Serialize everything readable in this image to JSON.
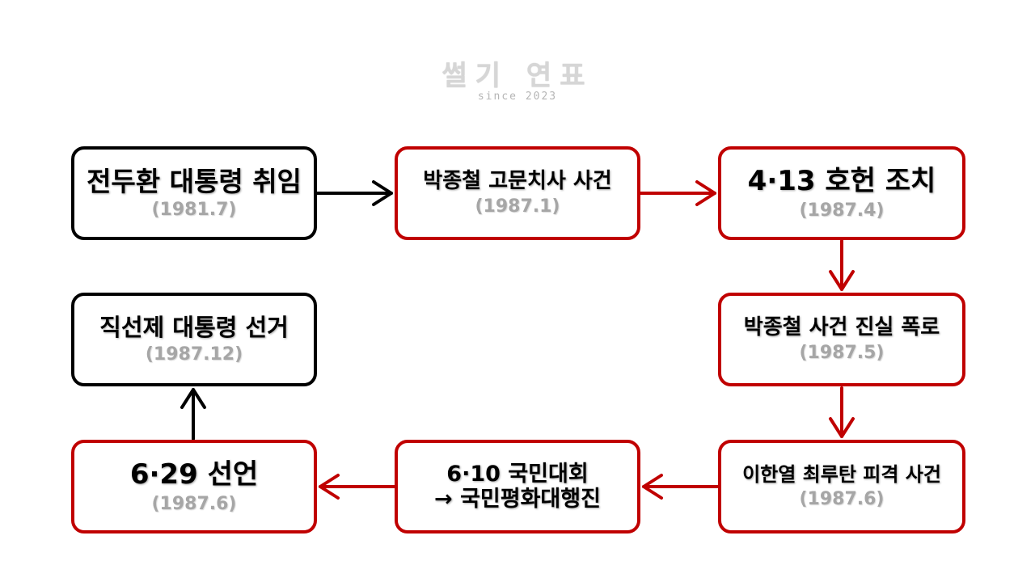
{
  "watermark": {
    "title": "썰기 연표",
    "subtitle": "since 2023"
  },
  "colors": {
    "black": "#000000",
    "red": "#c00000",
    "date_gray": "#a6a6a6"
  },
  "nodes": [
    {
      "id": "n1",
      "title": "전두환 대통령 취임",
      "date": "(1981.7)",
      "border": "black"
    },
    {
      "id": "n2",
      "title": "박종철 고문치사 사건",
      "date": "(1987.1)",
      "border": "red"
    },
    {
      "id": "n3",
      "title": "4·13 호헌 조치",
      "date": "(1987.4)",
      "border": "red"
    },
    {
      "id": "n4",
      "title": "박종철 사건 진실 폭로",
      "date": "(1987.5)",
      "border": "red"
    },
    {
      "id": "n5",
      "title": "이한열 최루탄 피격 사건",
      "date": "(1987.6)",
      "border": "red"
    },
    {
      "id": "n6",
      "title": "6·10 국민대회\n→ 국민평화대행진",
      "border": "red"
    },
    {
      "id": "n7",
      "title": "6·29 선언",
      "date": "(1987.6)",
      "border": "red"
    },
    {
      "id": "n8",
      "title": "직선제 대통령 선거",
      "date": "(1987.12)",
      "border": "black"
    }
  ],
  "edges": [
    {
      "from": "n1",
      "to": "n2",
      "color": "black"
    },
    {
      "from": "n2",
      "to": "n3",
      "color": "red"
    },
    {
      "from": "n3",
      "to": "n4",
      "color": "red"
    },
    {
      "from": "n4",
      "to": "n5",
      "color": "red"
    },
    {
      "from": "n5",
      "to": "n6",
      "color": "red"
    },
    {
      "from": "n6",
      "to": "n7",
      "color": "red"
    },
    {
      "from": "n7",
      "to": "n8",
      "color": "black"
    }
  ]
}
